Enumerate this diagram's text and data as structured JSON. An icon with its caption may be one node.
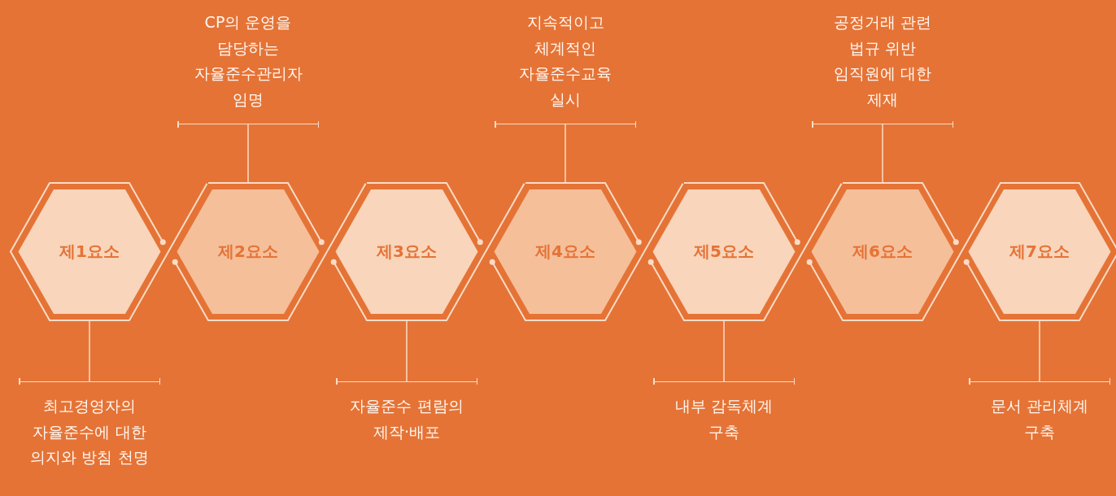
{
  "diagram": {
    "nodes": [
      {
        "text": [
          "제1요소"
        ]
      },
      {
        "text": [
          "제2요소"
        ]
      },
      {
        "text": [
          "제3요소"
        ]
      },
      {
        "text": [
          "제4요소"
        ]
      },
      {
        "text": [
          "제5요소"
        ]
      },
      {
        "text": [
          "제6요소"
        ]
      },
      {
        "text": [
          "제7요소"
        ]
      },
      {
        "text": [
          "최고경영자의 자율준수에 대한 의지와 방침 천명"
        ]
      },
      {
        "text": [
          "CP의 운영을 담당하는 자율준수관리자 임명"
        ]
      },
      {
        "text": [
          "자율준수 편람의 제작·배포"
        ]
      },
      {
        "text": [
          "지속적이고 체계적인 자율준수교육 실시"
        ]
      },
      {
        "text": [
          "내부 감독체계 구축"
        ]
      },
      {
        "text": [
          "공정거래 관련 법규 위반 임직원에 대한 제재"
        ]
      },
      {
        "text": [
          "문서 관리체계 구축"
        ]
      }
    ],
    "edges": [
      {
        "from": 0,
        "to": 7,
        "arrow": "none"
      },
      {
        "from": 1,
        "to": 8,
        "arrow": "none"
      },
      {
        "from": 2,
        "to": 9,
        "arrow": "none"
      },
      {
        "from": 3,
        "to": 10,
        "arrow": "none"
      },
      {
        "from": 4,
        "to": 11,
        "arrow": "none"
      },
      {
        "from": 5,
        "to": 12,
        "arrow": "none"
      },
      {
        "from": 6,
        "to": 13,
        "arrow": "none"
      }
    ]
  }
}
